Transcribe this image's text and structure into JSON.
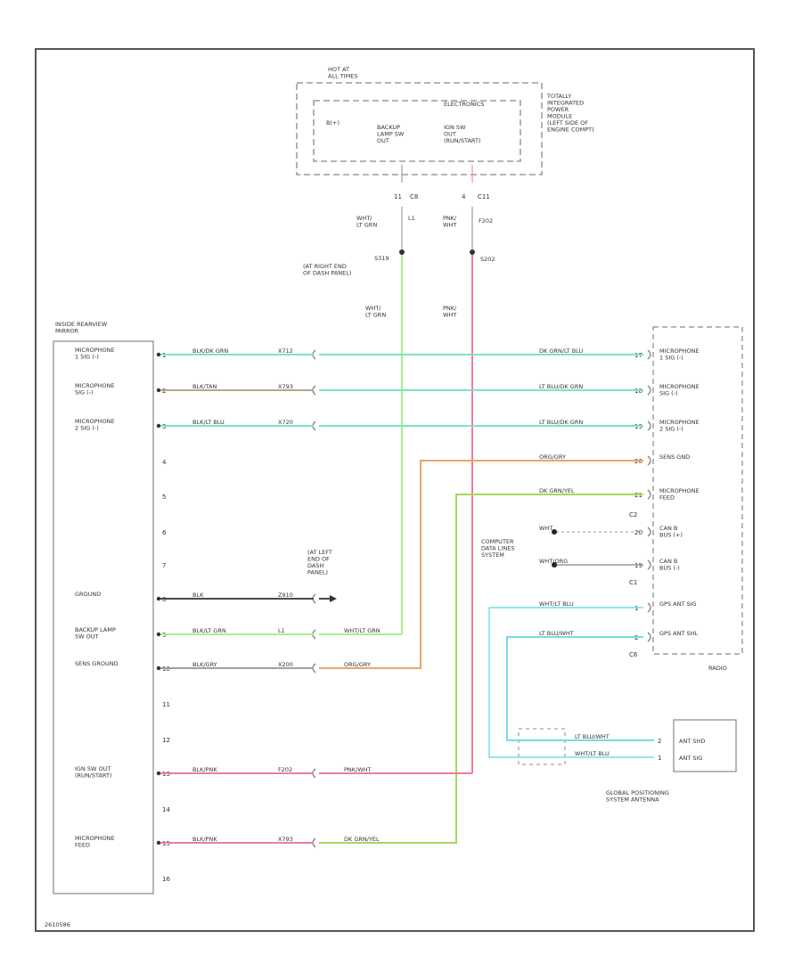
{
  "colors": {
    "frame": "#555555",
    "teal": "#7de3c3",
    "green_light": "#a8ef8c",
    "pink": "#f07d92",
    "orange": "#f0a263",
    "yellow_green": "#a5d860",
    "cyan": "#73dde8",
    "dark": "#4a4a4a",
    "gray": "#a0a0a0"
  },
  "tipm": {
    "hot_label": "HOT AT\nALL TIMES",
    "electronics": "ELECTRONICS",
    "b_plus": "B(+)",
    "backup": "BACKUP\nLAMP SW\nOUT",
    "ign_out": "IGN SW\nOUT\n(RUN/START)",
    "desc": "TOTALLY\nINTEGRATED\nPOWER\nMODULE\n(LEFT SIDE OF\nENGINE COMPT)",
    "pin_left": "11",
    "conn_left": "C8",
    "pin_right": "4",
    "conn_right": "C11"
  },
  "wires_top": {
    "left_color": "WHT/\nLT GRN",
    "left_circ": "L1",
    "right_color": "PNK/\nWHT",
    "right_circ": "F202",
    "splice_left": "S319",
    "splice_left_loc": "(AT RIGHT END\nOF DASH PANEL)",
    "splice_right": "S202",
    "left_color2": "WHT/\nLT GRN",
    "right_color2": "PNK/\nWHT"
  },
  "mirror": {
    "title": "INSIDE REARVIEW\nMIRROR",
    "rows": [
      {
        "label": "MICROPHONE\n1 SIG (-)",
        "pin": "1",
        "wire": "BLK/DK GRN",
        "circ": "X712"
      },
      {
        "label": "MICROPHONE\nSIG (-)",
        "pin": "2",
        "wire": "BLK/TAN",
        "circ": "X793"
      },
      {
        "label": "MICROPHONE\n2 SIG (-)",
        "pin": "3",
        "wire": "BLK/LT BLU",
        "circ": "X720"
      },
      {
        "label": "",
        "pin": "4",
        "wire": "",
        "circ": ""
      },
      {
        "label": "",
        "pin": "5",
        "wire": "",
        "circ": ""
      },
      {
        "label": "",
        "pin": "6",
        "wire": "",
        "circ": ""
      },
      {
        "label": "",
        "pin": "7",
        "wire": "",
        "circ": ""
      },
      {
        "label": "GROUND",
        "pin": "8",
        "wire": "BLK",
        "circ": "Z910"
      },
      {
        "label": "BACKUP LAMP\nSW OUT",
        "pin": "9",
        "wire": "BLK/LT GRN",
        "circ": "L1"
      },
      {
        "label": "SENS GROUND",
        "pin": "10",
        "wire": "BLK/GRY",
        "circ": "X200"
      },
      {
        "label": "",
        "pin": "11",
        "wire": "",
        "circ": ""
      },
      {
        "label": "",
        "pin": "12",
        "wire": "",
        "circ": ""
      },
      {
        "label": "IGN SW OUT\n(RUN/START)",
        "pin": "13",
        "wire": "BLK/PNK",
        "circ": "F202"
      },
      {
        "label": "",
        "pin": "14",
        "wire": "",
        "circ": ""
      },
      {
        "label": "MICROPHONE\nFEED",
        "pin": "15",
        "wire": "BLK/PNK",
        "circ": "X793"
      },
      {
        "label": "",
        "pin": "16",
        "wire": "",
        "circ": ""
      }
    ],
    "pigtail_backup": "WHT/LT GRN",
    "pigtail_sens": "ORG/GRY",
    "pigtail_ign": "PNK/WHT",
    "pigtail_mic": "DK GRN/YEL"
  },
  "ground_loc": "(AT LEFT\nEND OF\nDASH\nPANEL)",
  "radio": {
    "title": "RADIO",
    "rows": [
      {
        "label": "MICROPHONE\n1 SIG (-)",
        "pin": "17",
        "wire": "DK GRN/LT BLU"
      },
      {
        "label": "MICROPHONE\nSIG (-)",
        "pin": "18",
        "wire": "LT BLU/DK GRN"
      },
      {
        "label": "MICROPHONE\n2 SIG (-)",
        "pin": "19",
        "wire": "LT BLU/DK GRN"
      },
      {
        "label": "SENS GND",
        "pin": "20",
        "wire": "ORG/GRY"
      },
      {
        "label": "MICROPHONE\nFEED",
        "pin": "21",
        "wire": "DK GRN/YEL"
      },
      {
        "label": "CAN B\nBUS (+)",
        "pin": "20",
        "wire": "WHT"
      },
      {
        "label": "CAN B\nBUS (-)",
        "pin": "19",
        "wire": "WHT/ORG"
      },
      {
        "label": "GPS ANT SIG",
        "pin": "1",
        "wire": "WHT/LT BLU"
      },
      {
        "label": "GPS ANT SHL",
        "pin": "2",
        "wire": "LT BLU/WHT"
      }
    ],
    "conn_c2": "C2",
    "conn_c1": "C1",
    "conn_c6": "C6"
  },
  "can_label": "COMPUTER\nDATA LINES\nSYSTEM",
  "gps": {
    "rows": [
      {
        "label": "ANT SHD",
        "pin": "2",
        "wire": "LT BLU/WHT"
      },
      {
        "label": "ANT SIG",
        "pin": "1",
        "wire": "WHT/LT BLU"
      }
    ],
    "title": "GLOBAL POSITIONING\nSYSTEM ANTENNA"
  },
  "footer_code": "2610586"
}
